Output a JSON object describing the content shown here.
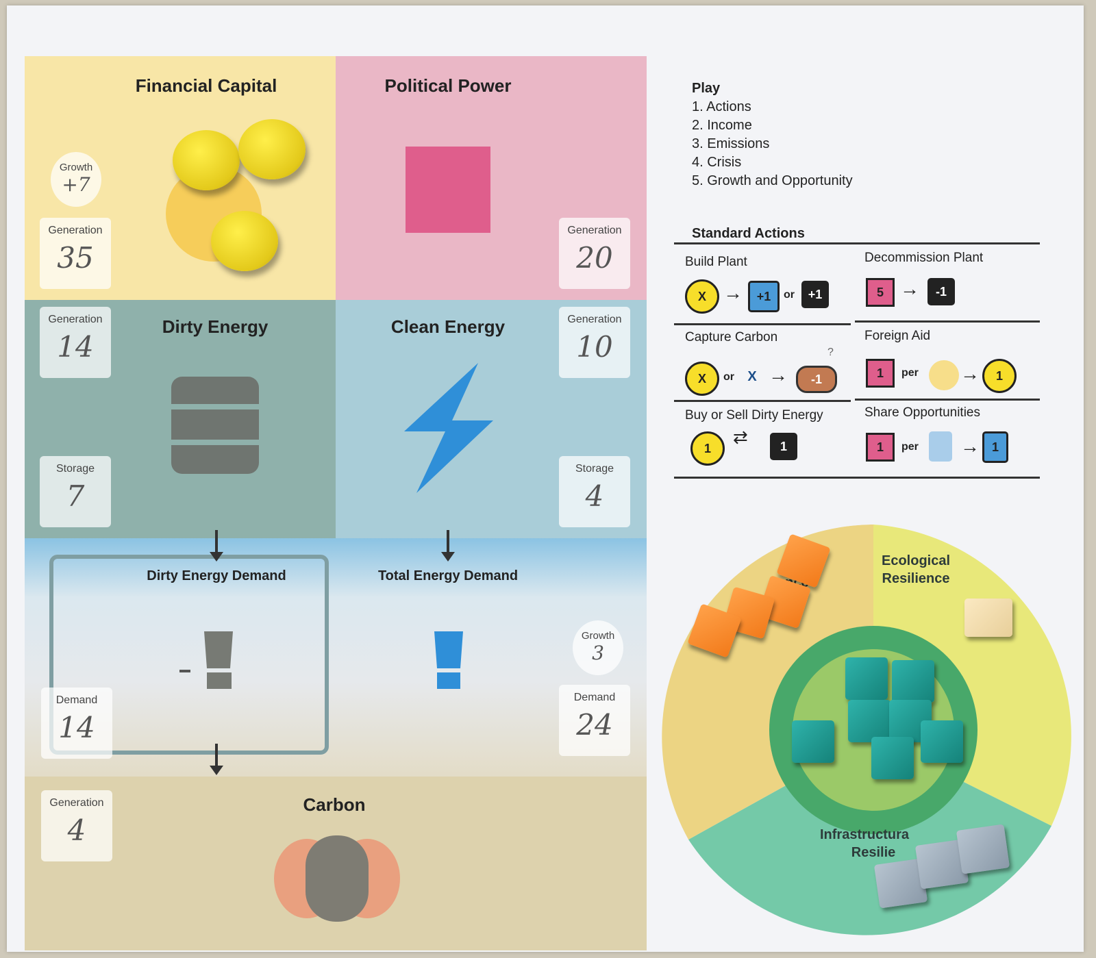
{
  "board": {
    "financial": {
      "title": "Financial Capital",
      "growth_label": "Growth",
      "growth_value": "+7",
      "generation_label": "Generation",
      "generation_value": "35"
    },
    "political": {
      "title": "Political Power",
      "generation_label": "Generation",
      "generation_value": "20"
    },
    "dirty": {
      "title": "Dirty Energy",
      "generation_label": "Generation",
      "generation_value": "14",
      "storage_label": "Storage",
      "storage_value": "7"
    },
    "clean": {
      "title": "Clean Energy",
      "generation_label": "Generation",
      "generation_value": "10",
      "storage_label": "Storage",
      "storage_value": "4"
    },
    "dirty_demand": {
      "title": "Dirty Energy Demand",
      "demand_label": "Demand",
      "demand_value": "14"
    },
    "total_demand": {
      "title": "Total Energy Demand",
      "growth_label": "Growth",
      "growth_value": "3",
      "demand_label": "Demand",
      "demand_value": "24"
    },
    "carbon": {
      "title": "Carbon",
      "generation_label": "Generation",
      "generation_value": "4"
    }
  },
  "play": {
    "heading": "Play",
    "steps": [
      "1. Actions",
      "2. Income",
      "3. Emissions",
      "4. Crisis",
      "5. Growth and Opportunity"
    ]
  },
  "standard_actions": {
    "heading": "Standard Actions",
    "build_plant": {
      "label": "Build Plant",
      "cost": "X",
      "or": "or",
      "blue": "+1",
      "black": "+1"
    },
    "decommission": {
      "label": "Decommission Plant",
      "cost": "5",
      "result": "-1"
    },
    "capture": {
      "label": "Capture Carbon",
      "cost": "X",
      "or": "or",
      "blue": "X",
      "result": "-1",
      "mark": "?"
    },
    "foreign_aid": {
      "label": "Foreign Aid",
      "cost": "1",
      "per": "per",
      "result": "1"
    },
    "buy_sell": {
      "label": "Buy or Sell Dirty Energy",
      "coin": "1",
      "black": "1"
    },
    "share": {
      "label": "Share Opportunities",
      "cost": "1",
      "per": "per",
      "result": "1"
    }
  },
  "wheel": {
    "eco": "Ecological Resilience",
    "infra_1": "Infrastructura",
    "infra_2": "Resilie",
    "social_frag": "ence"
  },
  "colors": {
    "financial": "#f8e6a7",
    "political": "#eab7c6",
    "dirty": "#8fb1ab",
    "clean": "#a9cdd8",
    "carbon": "#ddd2ad"
  }
}
